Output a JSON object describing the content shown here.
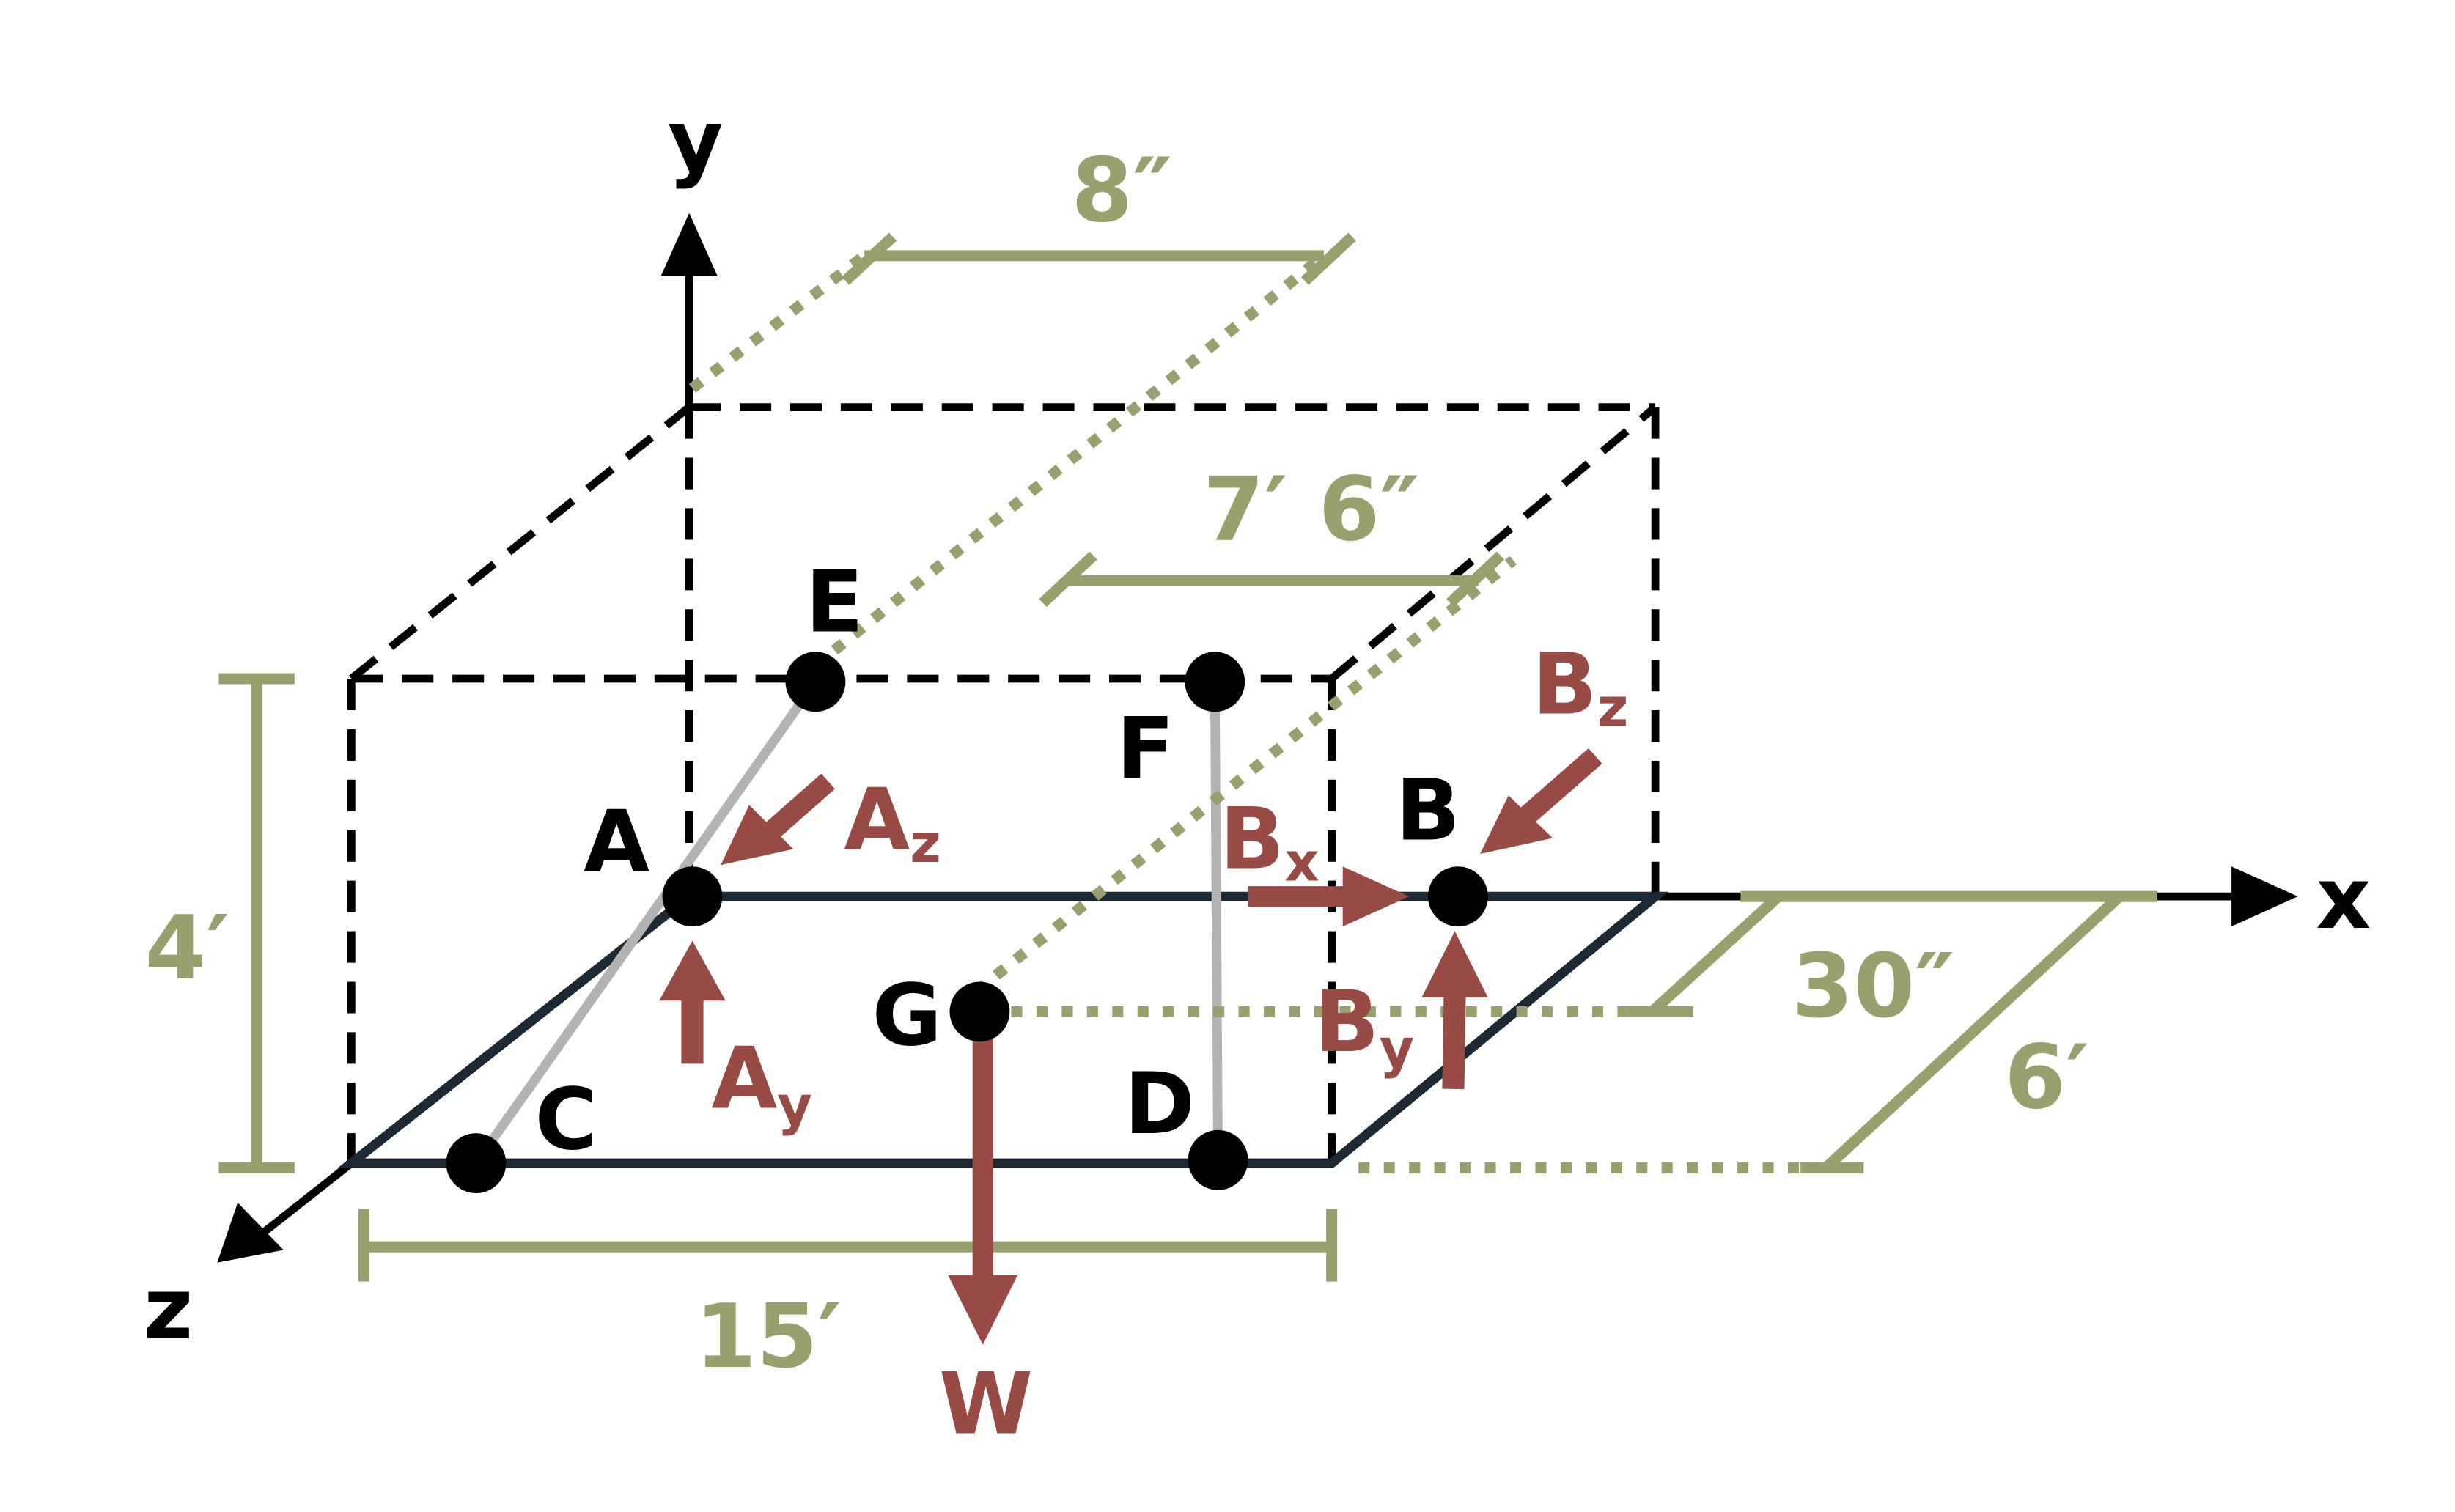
{
  "axes": {
    "x": "x",
    "y": "y",
    "z": "z"
  },
  "points": {
    "A": "A",
    "B": "B",
    "C": "C",
    "D": "D",
    "E": "E",
    "F": "F",
    "G": "G"
  },
  "forces": {
    "Ax": "",
    "Az": {
      "main": "A",
      "sub": "z"
    },
    "Ay": {
      "main": "A",
      "sub": "y"
    },
    "Bx": {
      "main": "B",
      "sub": "x"
    },
    "By": {
      "main": "B",
      "sub": "y"
    },
    "Bz": {
      "main": "B",
      "sub": "z"
    },
    "W": "W"
  },
  "dimensions": {
    "top_offset": "8″",
    "mid_offset": "7′ 6″",
    "height": "4′",
    "length": "15′",
    "b_offset": "30″",
    "depth": "6′"
  },
  "colors": {
    "structure": "#000000",
    "plate": "#1c2833",
    "dimension": "#98a06d",
    "force": "#984a45",
    "cable": "#b3b3b3"
  }
}
